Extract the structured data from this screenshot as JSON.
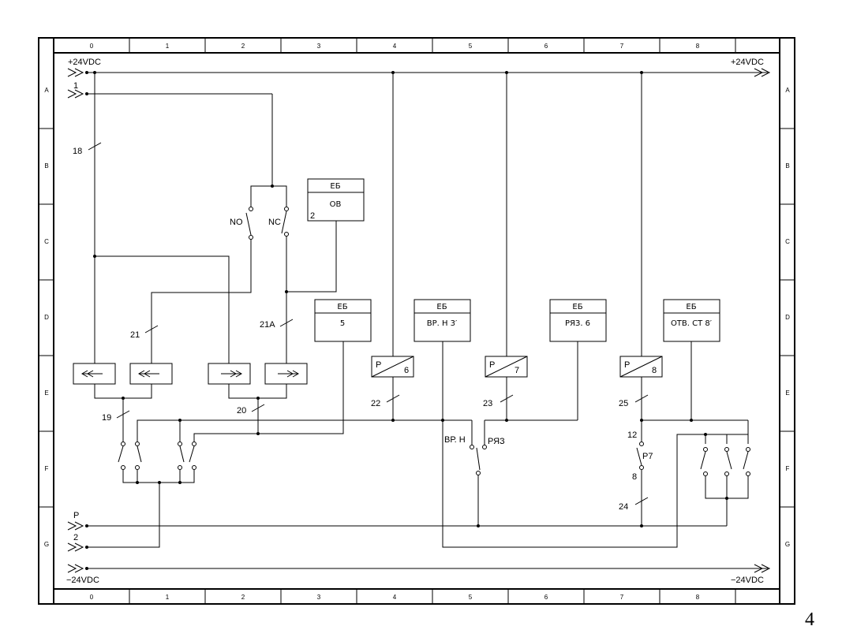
{
  "page_number": "4",
  "grid": {
    "columns": [
      "0",
      "1",
      "2",
      "3",
      "4",
      "5",
      "6",
      "7",
      "8"
    ],
    "rows": [
      "A",
      "B",
      "C",
      "D",
      "E",
      "F",
      "G"
    ]
  },
  "rails": {
    "pos_left": "+24VDC",
    "pos_right": "+24VDC",
    "neg_left": "−24VDC",
    "neg_right": "−24VDC"
  },
  "inputs": {
    "in_1": "1",
    "in_p": "P",
    "in_2": "2"
  },
  "contact_labels": {
    "no": "NO",
    "nc": "NC",
    "vr_n": "ВР. Н",
    "ryaz": "РЯЗ",
    "p7": "Р7",
    "p7_top": "12",
    "p7_bottom": "8"
  },
  "blocks": [
    {
      "header": "ЕБ",
      "body": "ОВ",
      "corner": "2"
    },
    {
      "header": "ЕБ",
      "body": "5"
    },
    {
      "header": "ЕБ",
      "body": "ВР. Н  3′"
    },
    {
      "header": "ЕБ",
      "body": "РЯЗ.  6"
    },
    {
      "header": "ЕБ",
      "body": "ОТВ. СТ 8′"
    }
  ],
  "relays": [
    {
      "letter": "Р",
      "number": "6"
    },
    {
      "letter": "Р",
      "number": "7"
    },
    {
      "letter": "Р",
      "number": "8"
    }
  ],
  "wires": {
    "w18": "18",
    "w21": "21",
    "w21a": "21А",
    "w19": "19",
    "w20": "20",
    "w22": "22",
    "w23": "23",
    "w25": "25",
    "w24": "24"
  }
}
